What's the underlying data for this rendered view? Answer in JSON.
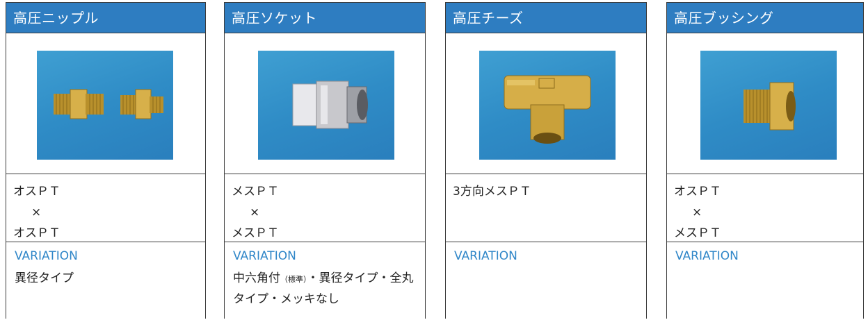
{
  "cards": [
    {
      "title": "高圧ニップル",
      "photo_icon": "brass-nipple-fittings-photo",
      "desc_line1": "オスＰＴ",
      "desc_line2": "×",
      "desc_line3": "オスＰＴ",
      "variation_label": "VARIATION",
      "variation_text": "異径タイプ"
    },
    {
      "title": "高圧ソケット",
      "photo_icon": "chrome-socket-fitting-photo",
      "desc_line1": "メスＰＴ",
      "desc_line2": "×",
      "desc_line3": "メスＰＴ",
      "variation_label": "VARIATION",
      "variation_text_a": "中六角付",
      "variation_text_small": "（標準）",
      "variation_text_b": "・異径タイプ・全丸タイプ・メッキなし"
    },
    {
      "title": "高圧チーズ",
      "photo_icon": "brass-tee-fitting-photo",
      "desc_line1": "3方向メスＰＴ",
      "variation_label": "VARIATION"
    },
    {
      "title": "高圧ブッシング",
      "photo_icon": "brass-bushing-fitting-photo",
      "desc_line1": "オスＰＴ",
      "desc_line2": "×",
      "desc_line3": "メスＰＴ",
      "variation_label": "VARIATION"
    }
  ],
  "colors": {
    "header_blue": "#2e7dc1",
    "variation_blue": "#2f86c8",
    "photo_bg": "#3392cb",
    "brass": "#c9a13a",
    "chrome": "#c8c8cc"
  }
}
